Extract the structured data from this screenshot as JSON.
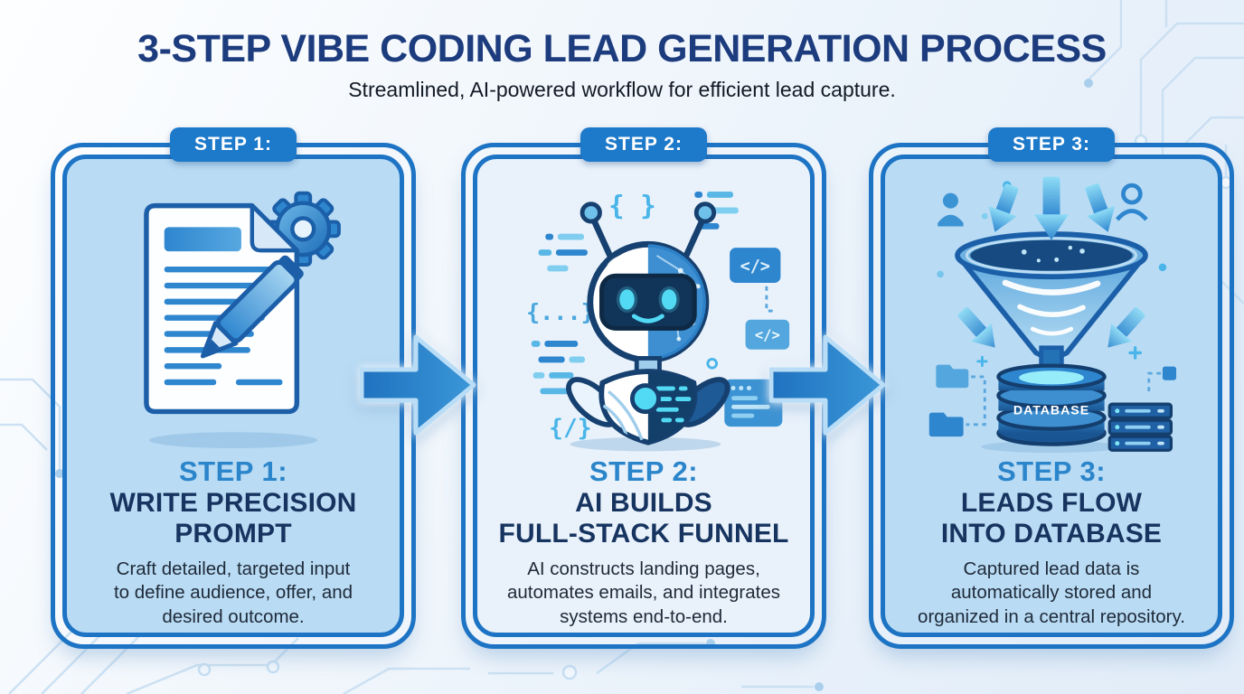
{
  "header": {
    "title": "3-STEP VIBE CODING LEAD GENERATION PROCESS",
    "subtitle": "Streamlined, AI-powered workflow for efficient lead capture."
  },
  "colors": {
    "frame_blue": "#1e74c4",
    "badge_blue": "#1d79c9",
    "card_fill": "#b9dbf4",
    "card_fill_light": "#e9f2fb",
    "heading_blue": "#2b85ca",
    "title_navy": "#16345f",
    "page_title_navy": "#1d3c7e",
    "arrow_blue": "#2f86c9",
    "cyan_glow": "#52d9f3"
  },
  "steps": [
    {
      "badge": "STEP 1:",
      "heading": "STEP 1:",
      "title_line1": "WRITE PRECISION",
      "title_line2": "PROMPT",
      "desc_line1": "Craft detailed, targeted input",
      "desc_line2": "to define audience, offer, and",
      "desc_line3": "desired outcome.",
      "icon": "document-pen-gear"
    },
    {
      "badge": "STEP 2:",
      "heading": "STEP 2:",
      "title_line1": "AI BUILDS",
      "title_line2": "FULL-STACK FUNNEL",
      "desc_line1": "AI constructs landing pages,",
      "desc_line2": "automates emails, and integrates",
      "desc_line3": "systems end-to-end.",
      "icon": "ai-robot-code",
      "code_symbols": {
        "braces": "{ }",
        "dots": "{...}",
        "slash": "{/}",
        "tag": "</>",
        "tag2": "</>"
      }
    },
    {
      "badge": "STEP 3:",
      "heading": "STEP 3:",
      "title_line1": "LEADS FLOW",
      "title_line2": "INTO DATABASE",
      "desc_line1": "Captured lead data is",
      "desc_line2": "automatically stored and",
      "desc_line3": "organized in a central repository.",
      "icon": "funnel-database",
      "database_label": "DATABASE"
    }
  ]
}
